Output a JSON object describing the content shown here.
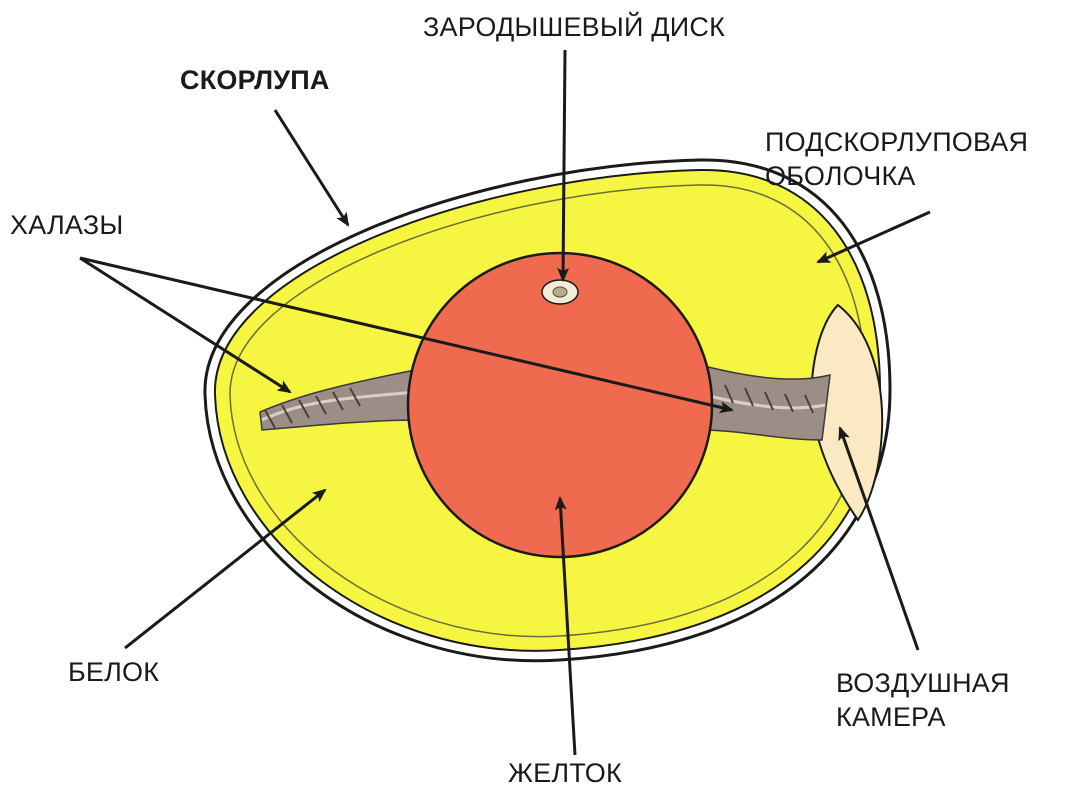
{
  "labels": {
    "embryo_disc": "ЗАРОДЫШЕВЫЙ ДИСК",
    "shell": "СКОРЛУПА",
    "membrane": [
      "ПОДСКОРЛУПОВАЯ",
      "ОБОЛОЧКА"
    ],
    "chalazae": "ХАЛАЗЫ",
    "albumen": "БЕЛОК",
    "air_cell": [
      "ВОЗДУШНАЯ",
      "КАМЕРА"
    ],
    "yolk": "ЖЕЛТОК"
  },
  "colors": {
    "shell_outline": "#1a1a1a",
    "albumen": "#f5f542",
    "yolk": "#ef6a4e",
    "air_cell": "#fbe9c4",
    "chalazae": "#8a7a70",
    "background": "#ffffff"
  }
}
